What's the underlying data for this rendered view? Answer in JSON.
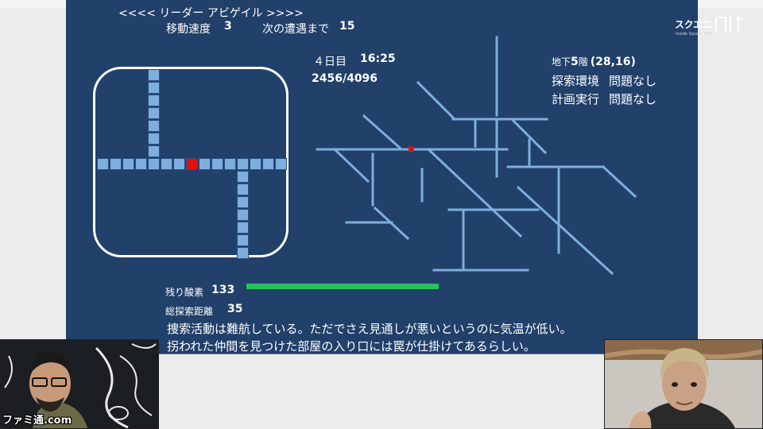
{
  "header": {
    "leader_label": "<<<< リーダー アビゲイル >>>>",
    "move_speed_label": "移動速度",
    "move_speed_value": "3",
    "encounter_label": "次の遭遇まで",
    "encounter_value": "15"
  },
  "time": {
    "day_label": "４日目",
    "clock": "16:25",
    "progress": "2456/4096"
  },
  "location": {
    "floor_prefix": "地下",
    "floor_number": "5",
    "floor_suffix": "階",
    "coords": "(28,16)",
    "exploration_env_label": "探索環境",
    "exploration_env_value": "問題なし",
    "plan_exec_label": "計画実行",
    "plan_exec_value": "問題なし"
  },
  "stats": {
    "oxygen_label": "残り酸素",
    "oxygen_value": "133",
    "oxygen_fraction": 0.55,
    "distance_label": "総探索距離",
    "distance_value": "35"
  },
  "messages": {
    "line1": "捜索活動は難航している。ただでさえ見通しが悪いというのに気温が低い。",
    "line2": "拐われた仲間を見つけた部屋の入り口には罠が仕掛けてあるらしい。"
  },
  "brand": {
    "title": "スクエニ",
    "subtitle": "Inside Square Enix"
  },
  "overlay": {
    "famitsu_logo": "ファミ通.com"
  },
  "colors": {
    "game_bg": "#21406a",
    "corridor": "#7eaedd",
    "current_position": "#e01010",
    "oxygen_bar": "#27c25d"
  }
}
